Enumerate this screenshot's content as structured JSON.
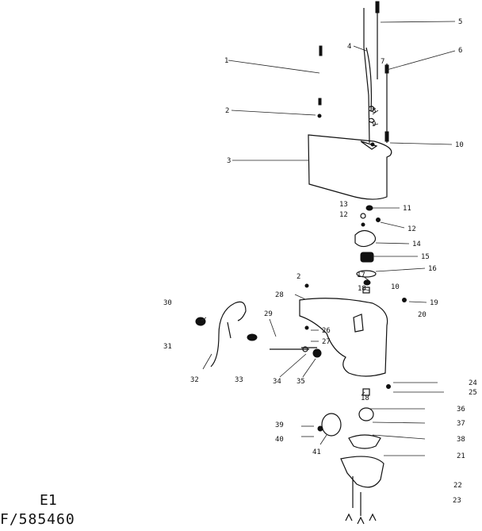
{
  "callouts": [
    {
      "id": "c1",
      "text": "1"
    },
    {
      "id": "c2",
      "text": "2"
    },
    {
      "id": "c2b",
      "text": "2"
    },
    {
      "id": "c3",
      "text": "3"
    },
    {
      "id": "c4",
      "text": "4"
    },
    {
      "id": "c5",
      "text": "5"
    },
    {
      "id": "c6",
      "text": "6"
    },
    {
      "id": "c7",
      "text": "7"
    },
    {
      "id": "c8",
      "text": "8"
    },
    {
      "id": "c9",
      "text": "9"
    },
    {
      "id": "c10",
      "text": "10"
    },
    {
      "id": "c10b",
      "text": "10"
    },
    {
      "id": "c11",
      "text": "11"
    },
    {
      "id": "c12",
      "text": "12"
    },
    {
      "id": "c12b",
      "text": "12"
    },
    {
      "id": "c13",
      "text": "13"
    },
    {
      "id": "c14",
      "text": "14"
    },
    {
      "id": "c15",
      "text": "15"
    },
    {
      "id": "c16",
      "text": "16"
    },
    {
      "id": "c17",
      "text": "17"
    },
    {
      "id": "c18",
      "text": "18"
    },
    {
      "id": "c18b",
      "text": "18"
    },
    {
      "id": "c19",
      "text": "19"
    },
    {
      "id": "c20",
      "text": "20"
    },
    {
      "id": "c21",
      "text": "21"
    },
    {
      "id": "c22",
      "text": "22"
    },
    {
      "id": "c23",
      "text": "23"
    },
    {
      "id": "c24",
      "text": "24"
    },
    {
      "id": "c25",
      "text": "25"
    },
    {
      "id": "c26",
      "text": "26"
    },
    {
      "id": "c27",
      "text": "27"
    },
    {
      "id": "c28",
      "text": "28"
    },
    {
      "id": "c29",
      "text": "29"
    },
    {
      "id": "c30",
      "text": "30"
    },
    {
      "id": "c31",
      "text": "31"
    },
    {
      "id": "c32",
      "text": "32"
    },
    {
      "id": "c33",
      "text": "33"
    },
    {
      "id": "c34",
      "text": "34"
    },
    {
      "id": "c35",
      "text": "35"
    },
    {
      "id": "c36",
      "text": "36"
    },
    {
      "id": "c37",
      "text": "37"
    },
    {
      "id": "c38",
      "text": "38"
    },
    {
      "id": "c39",
      "text": "39"
    },
    {
      "id": "c40",
      "text": "40"
    },
    {
      "id": "c41",
      "text": "41"
    }
  ],
  "caption": {
    "code": "E1",
    "reference": "F/585460"
  }
}
